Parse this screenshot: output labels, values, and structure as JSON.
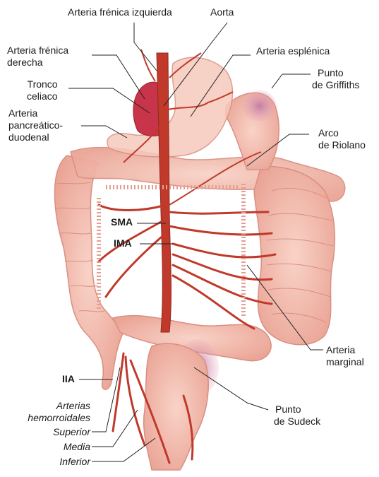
{
  "labels": {
    "frenica_izquierda": "Arteria frénica izquierda",
    "aorta": "Aorta",
    "frenica_derecha": [
      "Arteria frénica",
      "derecha"
    ],
    "esplenica": "Arteria esplénica",
    "griffiths": [
      "Punto",
      "de Griffiths"
    ],
    "tronco_celiaco": [
      "Tronco",
      "celiaco"
    ],
    "pancreatico": [
      "Arteria",
      "pancreático-",
      "duodenal"
    ],
    "riolano": [
      "Arco",
      "de Riolano"
    ],
    "sma": "SMA",
    "ima": "IMA",
    "marginal": [
      "Arteria",
      "marginal"
    ],
    "iia": "IIA",
    "sudeck": [
      "Punto",
      "de Sudeck"
    ],
    "hemorroidales": [
      "Arterias",
      "hemorroidales"
    ],
    "superior": "Superior",
    "media": "Media",
    "inferior": "Inferior"
  },
  "colors": {
    "colon": "#f2b8aa",
    "colon_edge": "#d98f83",
    "artery": "#c0392b",
    "artery_dark": "#8e2a1f",
    "stomach": "#f6c9bb",
    "spleen": "#c8344a",
    "highlight": "#c98ab0"
  }
}
